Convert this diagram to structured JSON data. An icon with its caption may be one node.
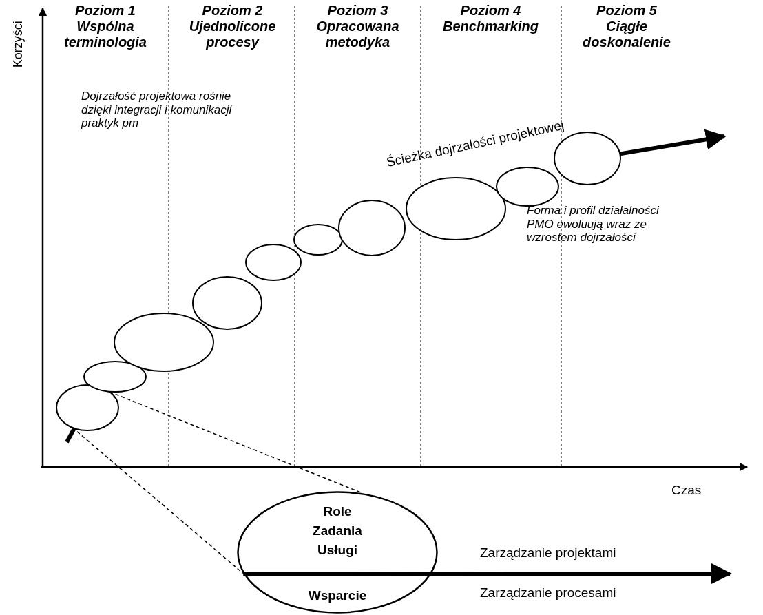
{
  "diagram": {
    "nodes": [
      {
        "text": [],
        "shape": "ellipse"
      },
      {
        "text": [],
        "shape": "ellipse"
      },
      {
        "text": [],
        "shape": "ellipse"
      },
      {
        "text": [],
        "shape": "ellipse"
      },
      {
        "text": [],
        "shape": "ellipse"
      },
      {
        "text": [],
        "shape": "ellipse"
      },
      {
        "text": [],
        "shape": "ellipse"
      },
      {
        "text": [],
        "shape": "ellipse"
      },
      {
        "text": [],
        "shape": "ellipse"
      },
      {
        "text": [],
        "shape": "ellipse"
      },
      {
        "text": [
          "Role Zadania Usługi",
          "Wsparcie"
        ]
      }
    ],
    "edges": [
      {
        "from": null,
        "to": 0,
        "arrow": "none"
      },
      {
        "from": 9,
        "to": null,
        "arrow": "to"
      },
      {
        "from": 0,
        "to": 10,
        "arrow": "none",
        "style": "dashed"
      },
      {
        "from": 0,
        "to": 10,
        "arrow": "none",
        "style": "dashed"
      },
      {
        "from": 10,
        "to": null,
        "arrow": "to"
      }
    ],
    "labels": [
      "Poziom 1 Wspólna terminologia",
      "Poziom 2 Ujednolicone procesy",
      "Poziom 3 Opracowana metodyka",
      "Poziom 4 Benchmarking",
      "Poziom 5 Ciągłe doskonalenie",
      "Korzyści",
      "Ścieżka dojrzałości projektowej",
      "Dojrzałość projektowa rośnie dzięki integracji i komunikacji praktyk pm",
      "Forma i profil działalności PMO ewoluują wraz ze wzrostem dojrzałości",
      "Czas",
      "Zarządzanie projektami",
      "Zarządzanie procesami"
    ]
  }
}
